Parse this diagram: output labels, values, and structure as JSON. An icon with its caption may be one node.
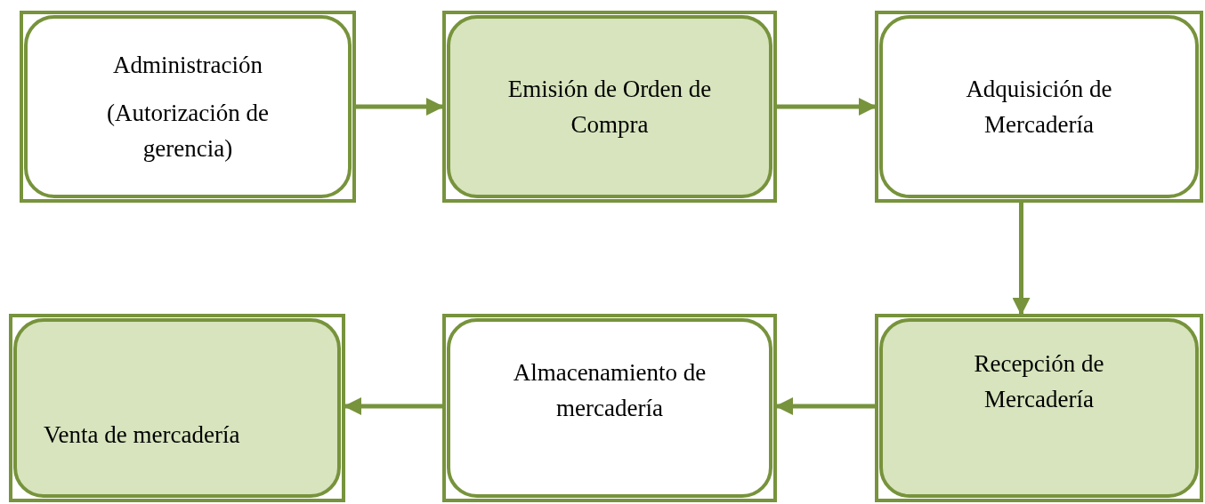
{
  "diagram": {
    "nodes": [
      {
        "text": [
          "Administración",
          "(Autorización de gerencia)"
        ]
      },
      {
        "text": [
          "Emisión de Orden de Compra"
        ]
      },
      {
        "text": [
          "Adquisición de Mercadería"
        ]
      },
      {
        "text": [
          "Recepción de Mercadería"
        ]
      },
      {
        "text": [
          "Almacenamiento de mercadería"
        ]
      },
      {
        "text": [
          "Venta de mercadería"
        ]
      }
    ],
    "edges": [
      {
        "from": 0,
        "to": 1,
        "arrow": "to"
      },
      {
        "from": 1,
        "to": 2,
        "arrow": "to"
      },
      {
        "from": 2,
        "to": 3,
        "arrow": "to"
      },
      {
        "from": 3,
        "to": 4,
        "arrow": "to"
      },
      {
        "from": 4,
        "to": 5,
        "arrow": "to"
      }
    ]
  }
}
